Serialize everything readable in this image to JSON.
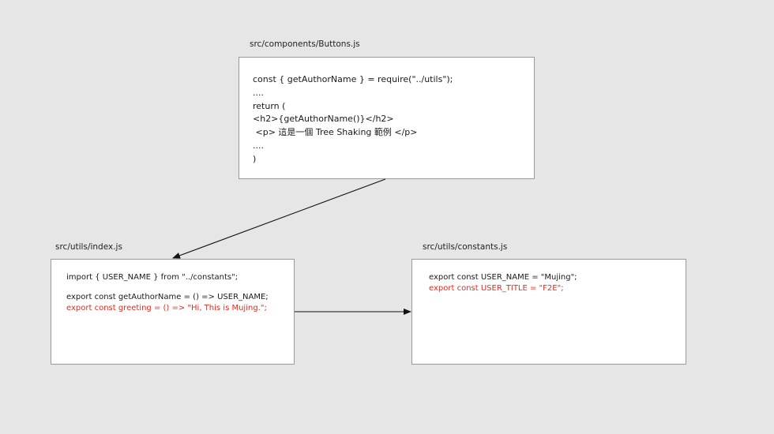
{
  "buttons_file": {
    "filename": "src/components/Buttons.js",
    "lines": [
      "const { getAuthorName } = require(\"../utils\");",
      "....",
      "return (",
      "<h2>{getAuthorName()}</h2>",
      " <p> 這是一個 Tree Shaking 範例 </p>",
      "....",
      ")"
    ]
  },
  "utils_index_file": {
    "filename": "src/utils/index.js",
    "line_import": "import { USER_NAME } from \"../constants\";",
    "line_used": "export const getAuthorName = () => USER_NAME;",
    "line_unused": "export const greeting = () => \"Hi, This is Mujing.\";"
  },
  "constants_file": {
    "filename": "src/utils/constants.js",
    "line_used": "export const USER_NAME = \"Mujing\";",
    "line_unused": "export const USER_TITLE = \"F2E\";"
  },
  "colors": {
    "unused_code": "#e02b20",
    "background": "#e6e6e6"
  }
}
